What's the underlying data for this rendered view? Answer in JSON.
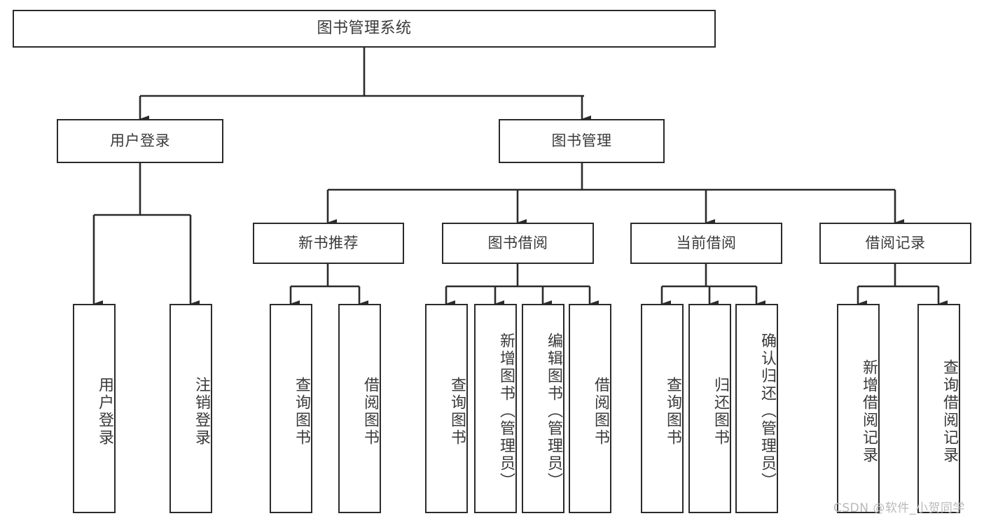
{
  "diagram": {
    "type": "tree",
    "title": "图书管理系统",
    "root": {
      "label": "图书管理系统",
      "children": [
        {
          "label": "用户登录",
          "children": [
            {
              "label": "用户登录"
            },
            {
              "label": "注销登录"
            }
          ]
        },
        {
          "label": "图书管理",
          "children": [
            {
              "label": "新书推荐",
              "children": [
                {
                  "label": "查询图书"
                },
                {
                  "label": "借阅图书"
                }
              ]
            },
            {
              "label": "图书借阅",
              "children": [
                {
                  "label": "查询图书"
                },
                {
                  "label": "新增图书（管理员）"
                },
                {
                  "label": "编辑图书（管理员）"
                },
                {
                  "label": "借阅图书"
                }
              ]
            },
            {
              "label": "当前借阅",
              "children": [
                {
                  "label": "查询图书"
                },
                {
                  "label": "归还图书"
                },
                {
                  "label": "确认归还（管理员）"
                }
              ]
            },
            {
              "label": "借阅记录",
              "children": [
                {
                  "label": "新增借阅记录"
                },
                {
                  "label": "查询借阅记录"
                }
              ]
            }
          ]
        }
      ]
    }
  },
  "nodes": {
    "root": "图书管理系统",
    "user_login": "用户登录",
    "book_manage": "图书管理",
    "new_book_rec": "新书推荐",
    "book_borrow": "图书借阅",
    "current_borrow": "当前借阅",
    "borrow_record": "借阅记录",
    "leaf_user_login": "用户登录",
    "leaf_logout": "注销登录",
    "leaf_query_book_1": "查询图书",
    "leaf_borrow_book_1": "借阅图书",
    "leaf_query_book_2": "查询图书",
    "leaf_add_book_admin": "新增图书（管理员）",
    "leaf_edit_book_admin": "编辑图书（管理员）",
    "leaf_borrow_book_2": "借阅图书",
    "leaf_query_book_3": "查询图书",
    "leaf_return_book": "归还图书",
    "leaf_confirm_return_admin": "确认归还（管理员）",
    "leaf_add_record": "新增借阅记录",
    "leaf_query_record": "查询借阅记录"
  },
  "watermark": {
    "text": "CSDN @软件_小贺同学"
  },
  "colors": {
    "border": "#2b2b2b",
    "text": "#3a3a3a",
    "background": "#ffffff",
    "connector": "#2b2b2b",
    "watermark": "#b9b9b9"
  }
}
